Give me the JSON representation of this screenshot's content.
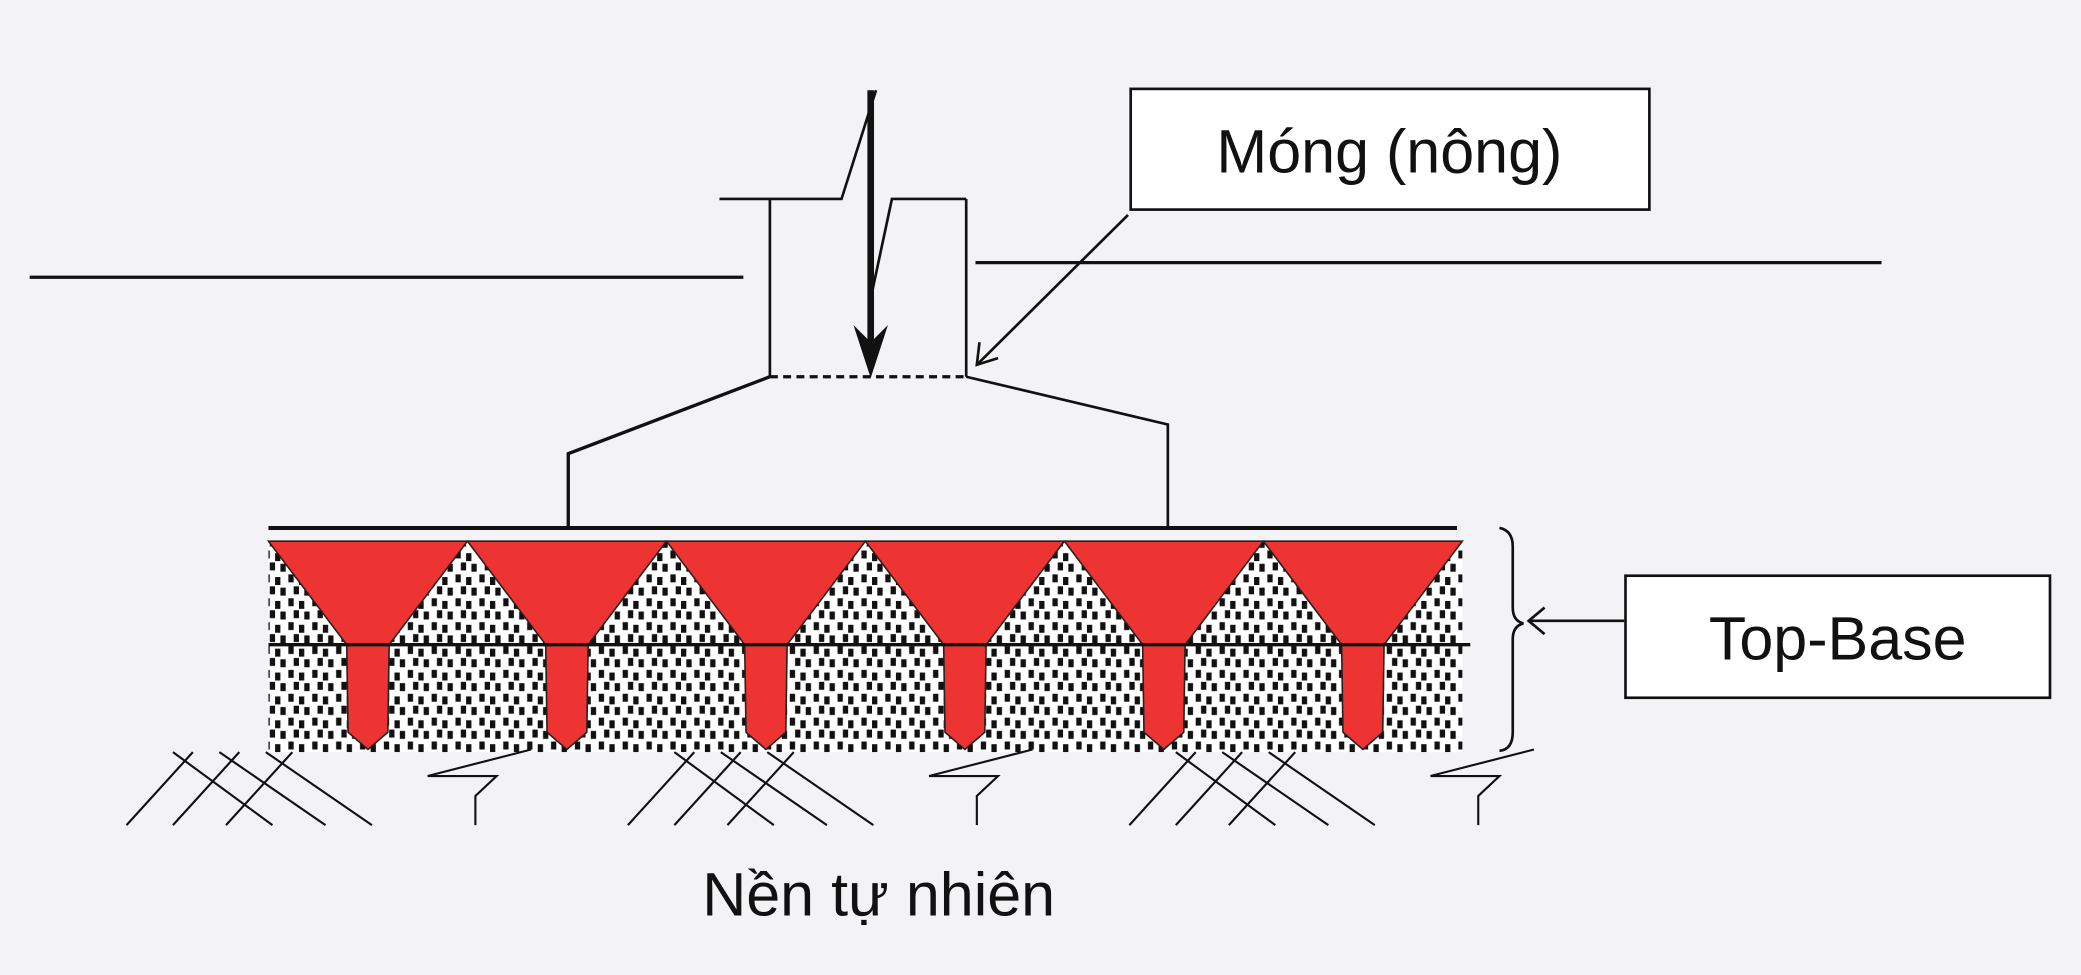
{
  "labels": {
    "foundation": "Móng (nông)",
    "top_base": "Top-Base",
    "natural_ground": "Nền tự nhiên"
  },
  "colors": {
    "cone_fill": "#ee3333",
    "background": "#f3f3f5",
    "line": "#111111"
  },
  "cone_count": 6
}
